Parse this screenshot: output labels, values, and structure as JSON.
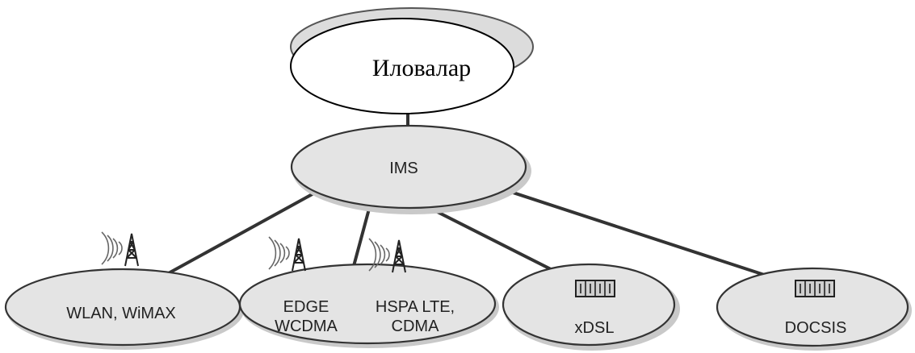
{
  "top_node": {
    "label": "Иловалар"
  },
  "core_node": {
    "label": "IMS"
  },
  "access_nodes": [
    {
      "id": "wlan",
      "label_lines": [
        "WLAN, WiMAX"
      ],
      "icon": "radio-tower-icon"
    },
    {
      "id": "edge",
      "label_lines": [
        "EDGE",
        "WCDMA"
      ],
      "icon": "radio-tower-icon"
    },
    {
      "id": "hspa",
      "label_lines": [
        "HSPA LTE,",
        "CDMA"
      ],
      "icon": "radio-tower-icon"
    },
    {
      "id": "xdsl",
      "label_lines": [
        "xDSL"
      ],
      "icon": "modem-box-icon"
    },
    {
      "id": "docsis",
      "label_lines": [
        "DOCSIS"
      ],
      "icon": "modem-box-icon"
    }
  ]
}
